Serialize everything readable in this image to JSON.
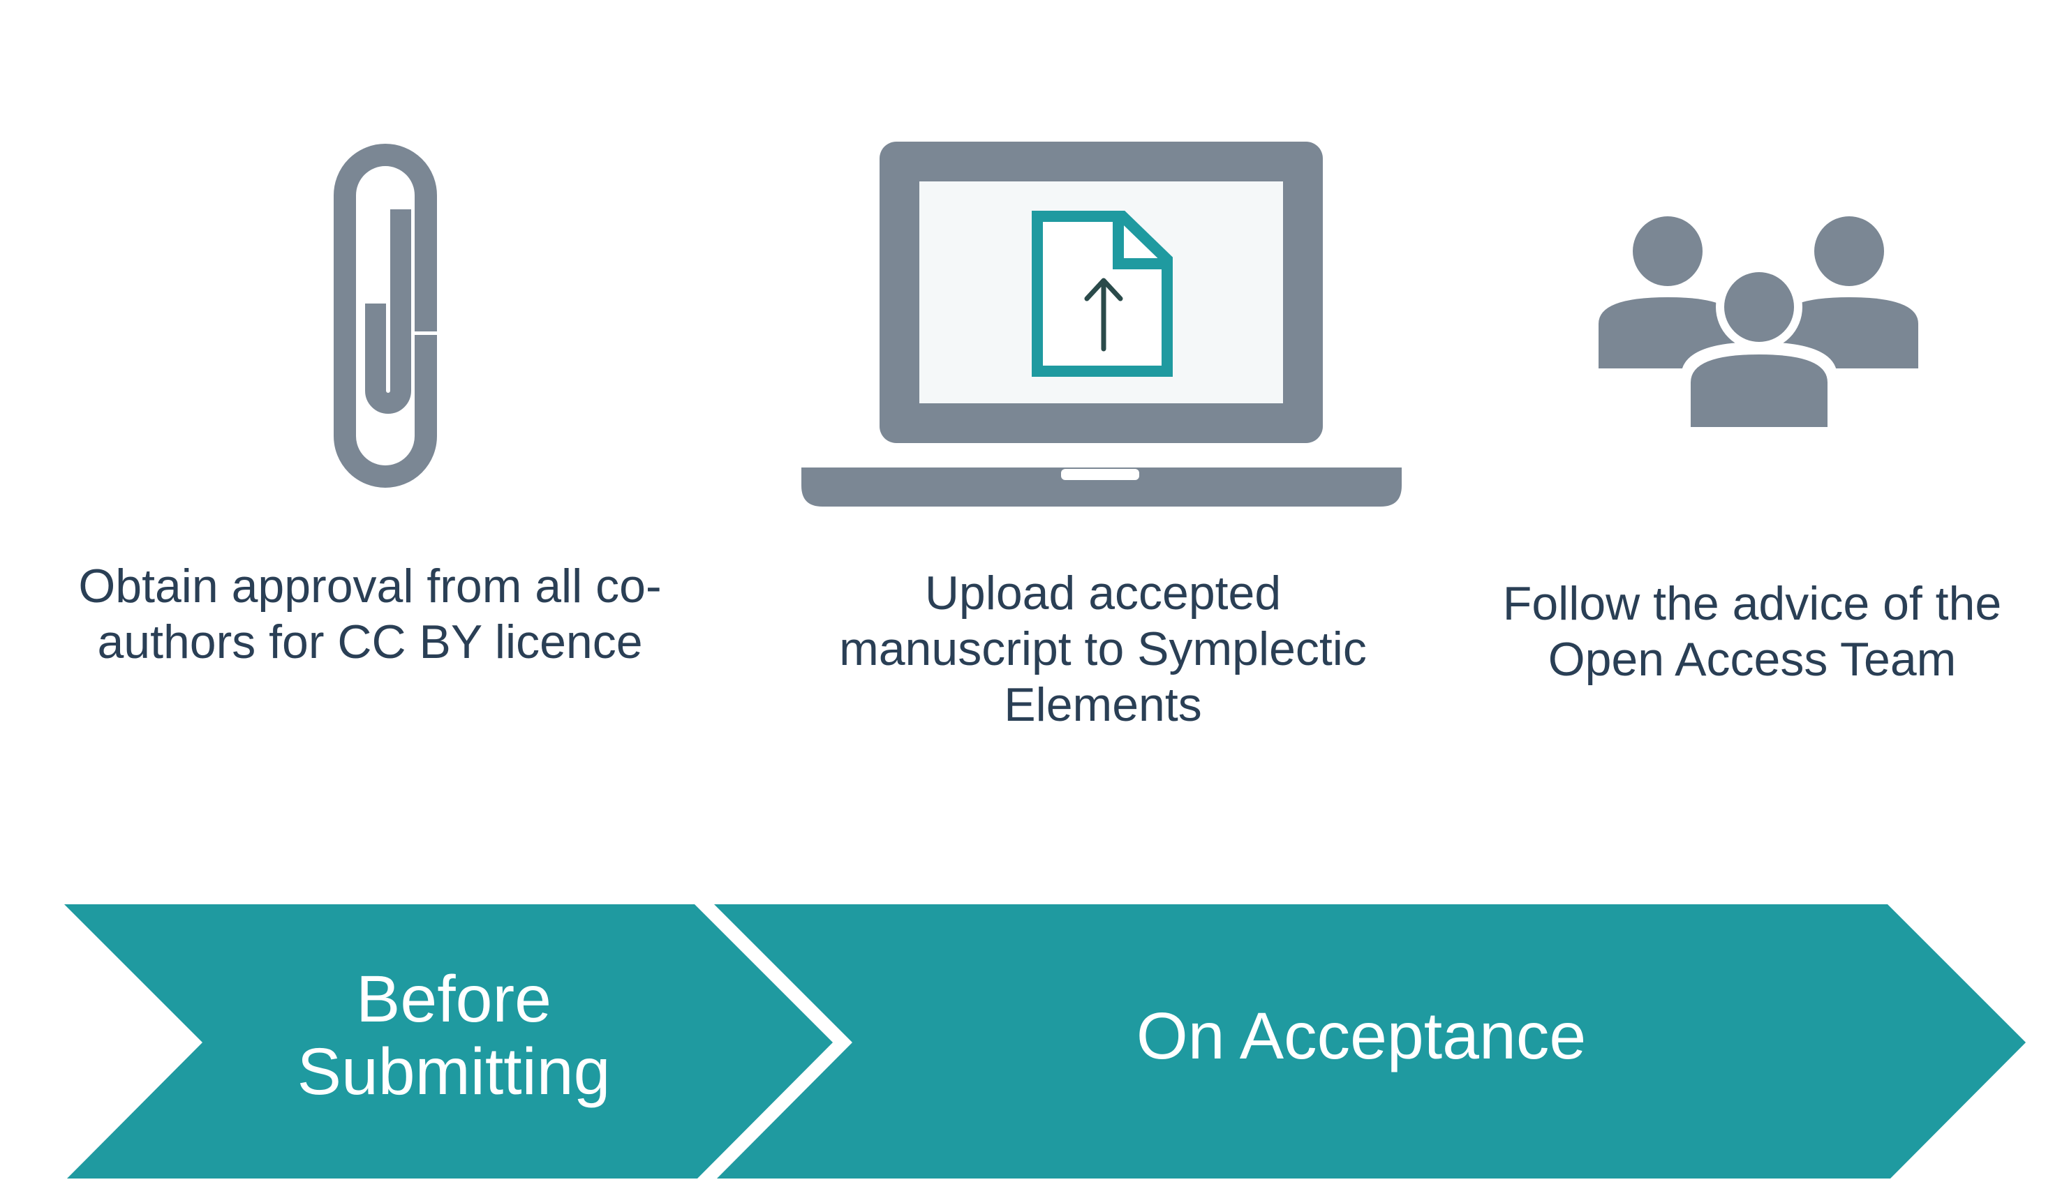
{
  "steps": [
    {
      "icon": "paperclip-icon",
      "text": "Obtain approval from all co-\nauthors for CC BY licence"
    },
    {
      "icon": "laptop-upload-icon",
      "text": "Upload accepted\nmanuscript to Symplectic\nElements"
    },
    {
      "icon": "team-icon",
      "text": "Follow the advice of the\nOpen Access Team"
    }
  ],
  "phases": [
    {
      "label": "Before\nSubmitting"
    },
    {
      "label": "On Acceptance"
    }
  ],
  "colors": {
    "teal": "#1f9aa0",
    "icon_gray": "#7b8794",
    "text_dark": "#2a3f55",
    "screen": "#f5f8f9"
  }
}
